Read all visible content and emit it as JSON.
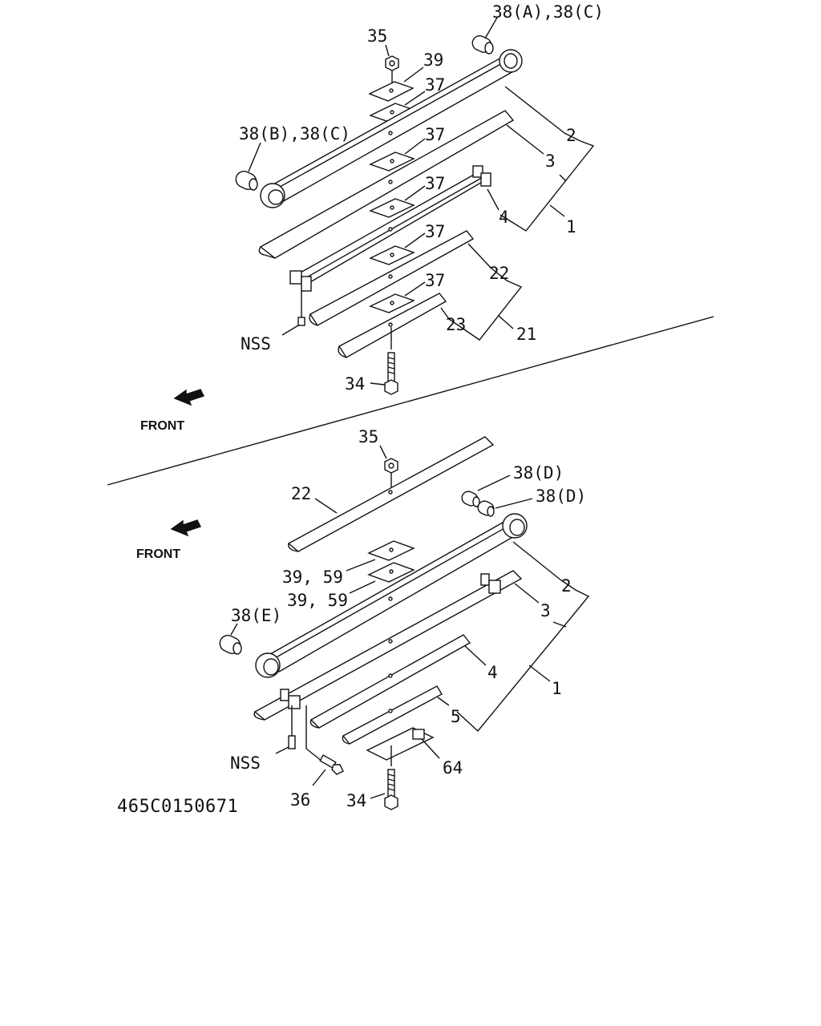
{
  "diagram": {
    "code": "465C0150671",
    "upper": {
      "front_label": "FRONT",
      "callouts": {
        "bush_a_c": "38(A),38(C)",
        "bush_b_c": "38(B),38(C)",
        "nut": "35",
        "washer": "39",
        "spacer_1": "37",
        "spacer_2": "37",
        "spacer_3": "37",
        "spacer_4": "37",
        "spacer_5": "37",
        "leaf_2": "2",
        "leaf_3": "3",
        "leaf_4": "4",
        "assembly_1": "1",
        "leaf_22": "22",
        "leaf_23": "23",
        "assembly_21": "21",
        "nss": "NSS",
        "bolt": "34"
      }
    },
    "lower": {
      "front_label": "FRONT",
      "callouts": {
        "nut": "35",
        "leaf_22": "22",
        "bush_d_1": "38(D)",
        "bush_d_2": "38(D)",
        "spacer_1": "39, 59",
        "spacer_2": "39, 59",
        "bush_e": "38(E)",
        "leaf_2": "2",
        "leaf_3": "3",
        "leaf_4": "4",
        "assembly_1": "1",
        "leaf_5": "5",
        "plate_64": "64",
        "nss": "NSS",
        "bolt_36": "36",
        "bolt_34": "34"
      }
    }
  }
}
